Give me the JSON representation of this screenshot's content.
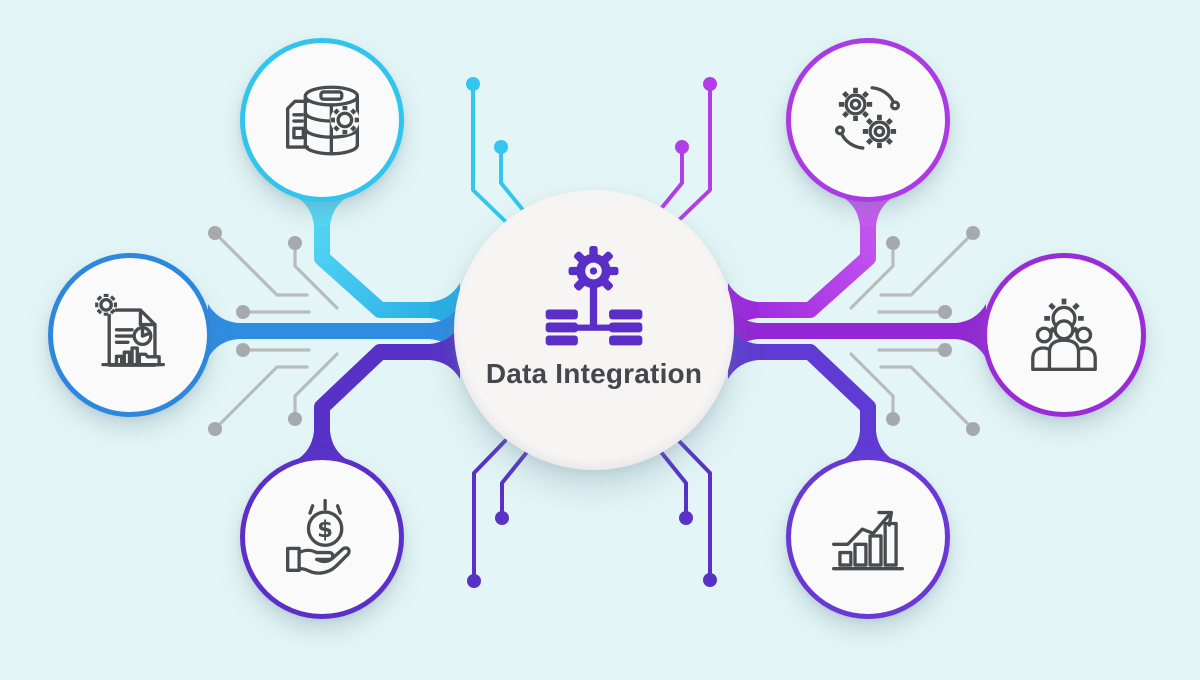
{
  "center": {
    "label": "Data Integration",
    "icon": "gear-database-network-icon",
    "label_color": "#45474d",
    "icon_color": "#5b2ec8"
  },
  "nodes": [
    {
      "id": "top-left",
      "icon": "database-document-gear-icon",
      "border_color": "#31c4ec",
      "connector_color": "#35c6ee"
    },
    {
      "id": "middle-left",
      "icon": "report-document-analytics-icon",
      "border_color": "#2d87dd",
      "connector_color": "#2e8ce1"
    },
    {
      "id": "bottom-left",
      "icon": "hand-dollar-coin-icon",
      "border_color": "#5c30c8",
      "connector_color": "#5832c7"
    },
    {
      "id": "top-right",
      "icon": "dual-gears-sync-icon",
      "border_color": "#ab3ae3",
      "connector_color": "#b13ee8"
    },
    {
      "id": "middle-right",
      "icon": "team-gear-icon",
      "border_color": "#9a2cd8",
      "connector_color": "#9228d3"
    },
    {
      "id": "bottom-right",
      "icon": "growth-bar-chart-arrow-icon",
      "border_color": "#6a38d4",
      "connector_color": "#5f3bd3"
    }
  ],
  "colors": {
    "bg": "#e3f5f6",
    "cyan": "#35c6ee",
    "cyan-light": "#55d7f5",
    "cyan-deep": "#29aee6",
    "blue": "#2e8ce1",
    "indigo": "#5832c7",
    "magenta": "#b13ee8",
    "magenta-light": "#c758f1",
    "magenta-deep": "#9c2ade",
    "violet": "#9228d3",
    "indigo2": "#5f3bd3",
    "icon-purple": "#5b2ec8",
    "icon-stroke": "#4a4b4d",
    "gray-line": "#b9bcbf",
    "gray-dot": "#a7aaac",
    "title": "#45474d",
    "node-fill": "#fafafa",
    "center-fill": "#f6f5f4"
  }
}
